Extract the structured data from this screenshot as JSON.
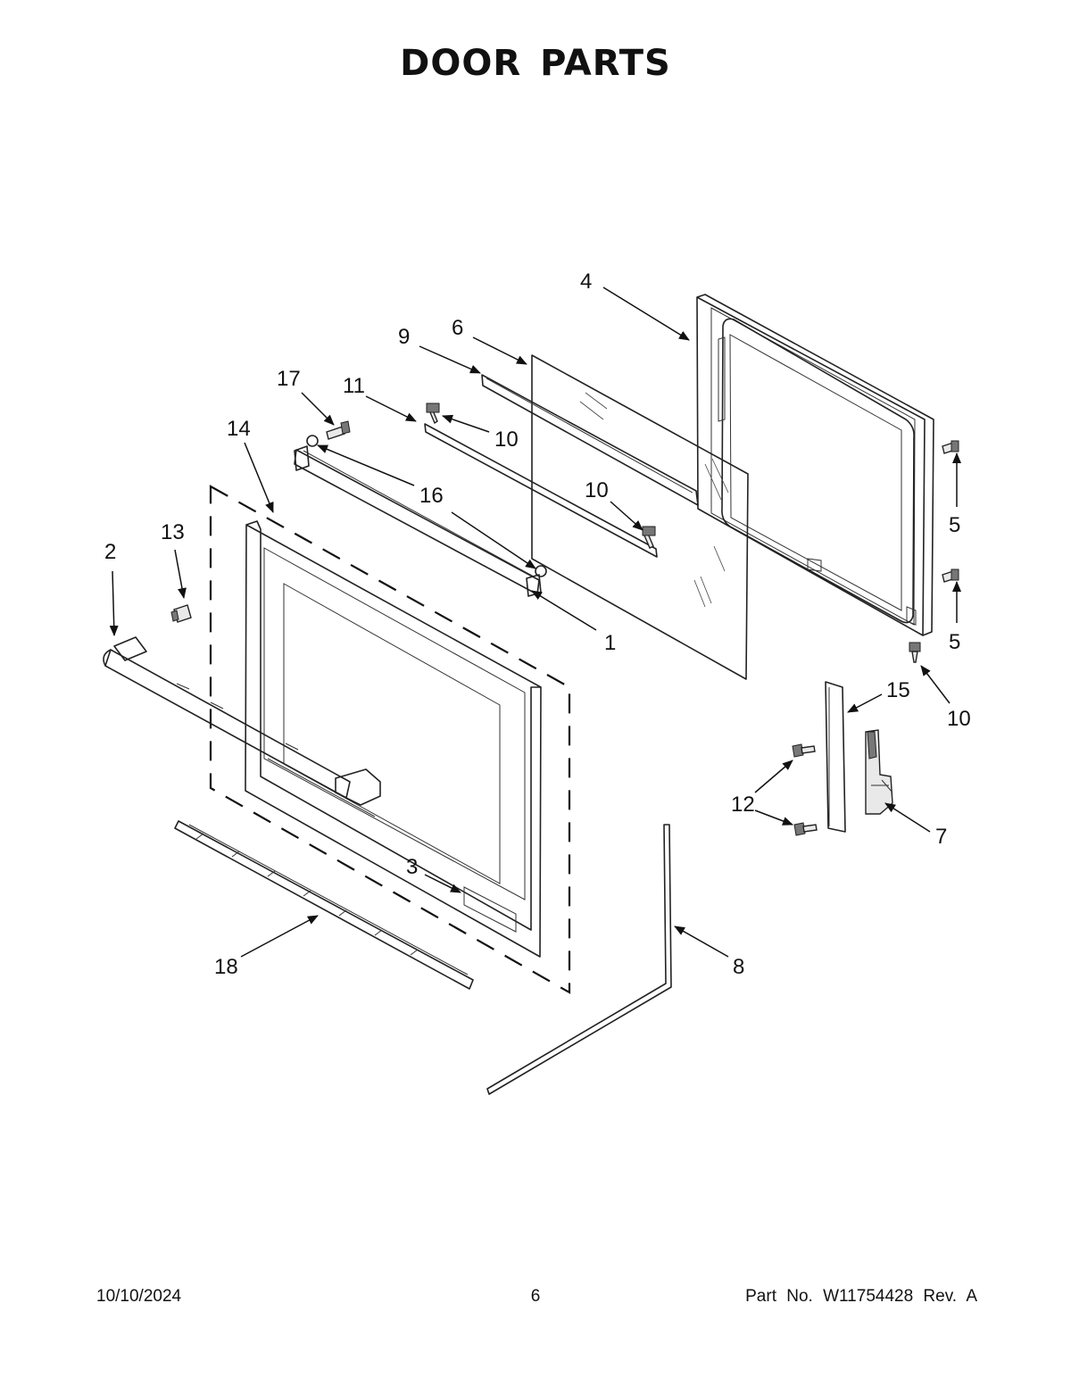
{
  "title": "DOOR PARTS",
  "callouts": [
    {
      "id": "c4",
      "label": "4"
    },
    {
      "id": "c9",
      "label": "9"
    },
    {
      "id": "c6",
      "label": "6"
    },
    {
      "id": "c17",
      "label": "17"
    },
    {
      "id": "c11",
      "label": "11"
    },
    {
      "id": "c10a",
      "label": "10"
    },
    {
      "id": "c14",
      "label": "14"
    },
    {
      "id": "c16",
      "label": "16"
    },
    {
      "id": "c10b",
      "label": "10"
    },
    {
      "id": "c13",
      "label": "13"
    },
    {
      "id": "c2",
      "label": "2"
    },
    {
      "id": "c5a",
      "label": "5"
    },
    {
      "id": "c1",
      "label": "1"
    },
    {
      "id": "c5b",
      "label": "5"
    },
    {
      "id": "c15",
      "label": "15"
    },
    {
      "id": "c10c",
      "label": "10"
    },
    {
      "id": "c12",
      "label": "12"
    },
    {
      "id": "c7",
      "label": "7"
    },
    {
      "id": "c3",
      "label": "3"
    },
    {
      "id": "c18",
      "label": "18"
    },
    {
      "id": "c8",
      "label": "8"
    }
  ],
  "footer": {
    "date": "10/10/2024",
    "page": "6",
    "part_no": "Part No.  W11754428  Rev.  A"
  }
}
